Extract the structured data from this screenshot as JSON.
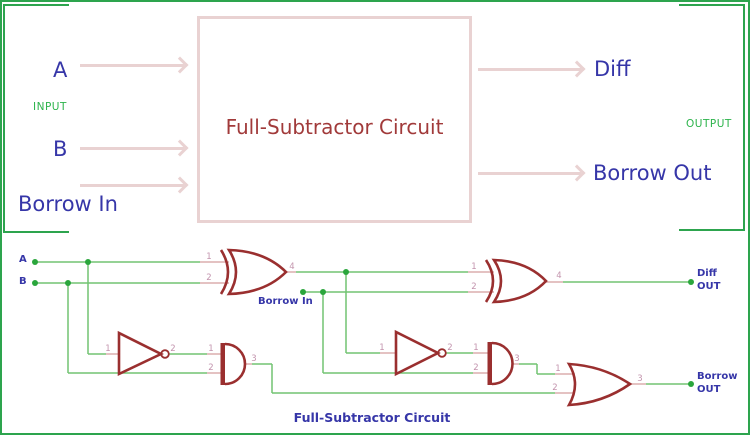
{
  "block_diagram": {
    "title": "Full-Subtractor Circuit",
    "input_label": "INPUT",
    "output_label": "OUTPUT",
    "inputs": [
      "A",
      "B",
      "Borrow In"
    ],
    "outputs": [
      "Diff",
      "Borrow Out"
    ]
  },
  "circuit": {
    "caption": "Full-Subtractor Circuit",
    "labels": {
      "a": "A",
      "b": "B",
      "borrow_in": "Borrow In",
      "diff_out": [
        "Diff",
        "OUT"
      ],
      "borrow_out": [
        "Borrow",
        "OUT"
      ]
    },
    "pins": {
      "xor1": [
        "1",
        "2",
        "4"
      ],
      "not1": [
        "1",
        "2"
      ],
      "and1": [
        "1",
        "2",
        "3"
      ],
      "xor2": [
        "1",
        "2",
        "4"
      ],
      "not2": [
        "1",
        "2"
      ],
      "and2": [
        "1",
        "2",
        "3"
      ],
      "or": [
        "1",
        "2",
        "3"
      ]
    }
  },
  "colors": {
    "frame_green": "#2da44e",
    "wire_green": "#72c472",
    "junction_green": "#2aa63c",
    "label_blue": "#3636a8",
    "gate_red": "#9a2f2f",
    "title_red": "#a13a3a",
    "arrow_pink": "#e9d2d2",
    "stub_pink": "#dcaeae",
    "pin_mauve": "#c394ad"
  }
}
